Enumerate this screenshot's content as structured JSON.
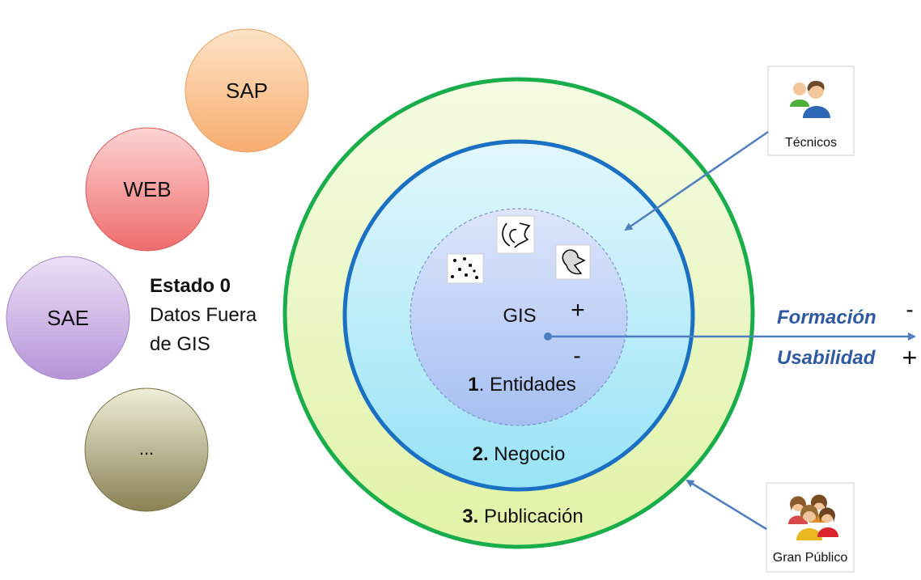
{
  "sources": [
    {
      "label": "SAP"
    },
    {
      "label": "WEB"
    },
    {
      "label": "SAE"
    },
    {
      "label": "..."
    }
  ],
  "state0": {
    "title": "Estado 0",
    "line1": "Datos Fuera",
    "line2": "de GIS"
  },
  "rings": {
    "publicacion": {
      "num": "3.",
      "label": " Publicación"
    },
    "negocio": {
      "num": "2.",
      "label": " Negocio"
    },
    "entidades": {
      "num": "1",
      "label": ". Entidades"
    }
  },
  "gis": {
    "label": "GIS",
    "plus": "+",
    "minus": "-"
  },
  "axis": {
    "formacion": "Formación",
    "formacion_sign": "-",
    "usabilidad": "Usabilidad",
    "usabilidad_sign": "+"
  },
  "actors": {
    "tecnicos": "Técnicos",
    "publico": "Gran Público"
  },
  "colors": {
    "outer_ring": "#19ad4b",
    "middle_ring": "#1a70c2",
    "arrow": "#4f7fc0"
  }
}
